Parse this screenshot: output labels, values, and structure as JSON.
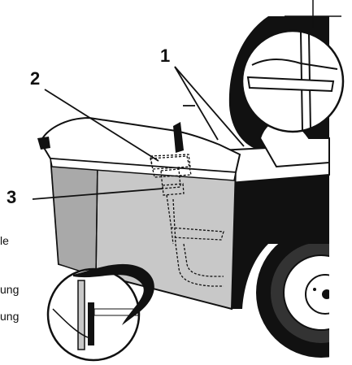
{
  "callouts": [
    "1",
    "2",
    "3"
  ],
  "text_fragments": [
    "le",
    "ung",
    "ung"
  ],
  "colors": {
    "line": "#111111",
    "panel_fill": "#c8c8c8",
    "panel_shade": "#a9a9a9",
    "shadow": "#111111",
    "background": "#ffffff"
  }
}
